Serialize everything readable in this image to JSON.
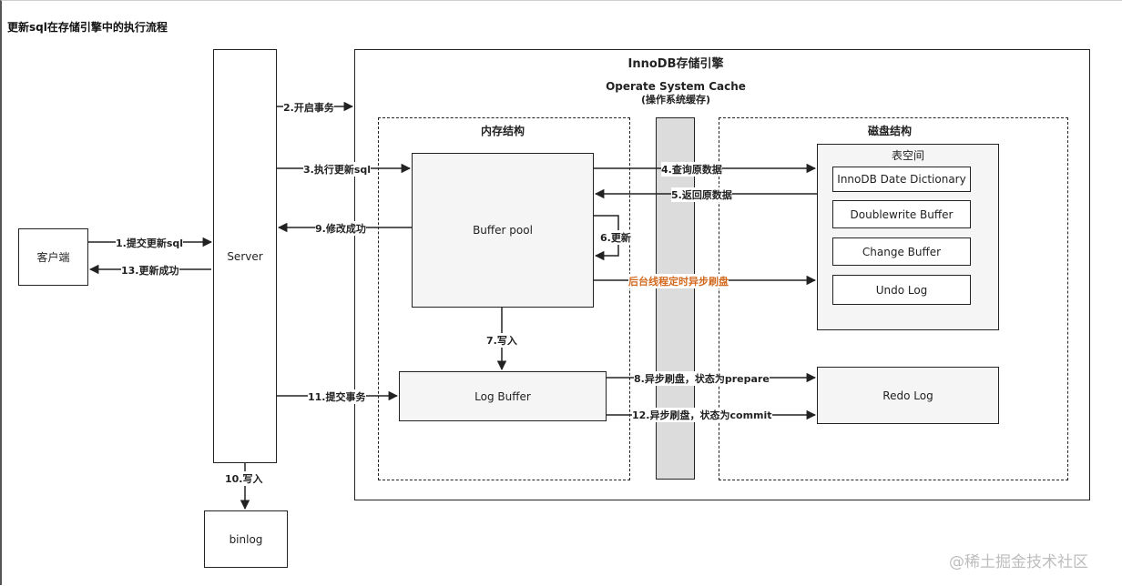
{
  "diagram": {
    "title": "更新sql在存储引擎中的执行流程",
    "engine_title": "InnoDB存储引擎",
    "os_cache": {
      "title": "Operate System Cache",
      "subtitle": "(操作系统缓存)"
    },
    "memory_title": "内存结构",
    "disk_title": "磁盘结构",
    "tablespace_title": "表空间",
    "nodes": {
      "client": "客户端",
      "server": "Server",
      "buffer_pool": "Buffer pool",
      "log_buffer": "Log Buffer",
      "binlog": "binlog",
      "redo_log": "Redo Log",
      "dictionary": "InnoDB Date Dictionary",
      "doublewrite": "Doublewrite Buffer",
      "change_buffer": "Change Buffer",
      "undo_log": "Undo Log"
    },
    "edges": {
      "e1": "1.提交更新sql",
      "e2": "2.开启事务",
      "e3": "3.执行更新sql",
      "e4": "4.查询原数据",
      "e5": "5.返回原数据",
      "e6": "6.更新",
      "e7": "7.写入",
      "e8": "8.异步刷盘，状态为prepare",
      "e9": "9.修改成功",
      "e10": "10.写入",
      "e11": "11.提交事务",
      "e12": "12.异步刷盘，状态为commit",
      "e13": "13.更新成功",
      "background_flush": "后台线程定时异步刷盘"
    },
    "colors": {
      "highlight": "#d2691e",
      "cache_fill": "#dcdcdc",
      "stroke": "#222222"
    }
  },
  "watermark": "@稀土掘金技术社区"
}
